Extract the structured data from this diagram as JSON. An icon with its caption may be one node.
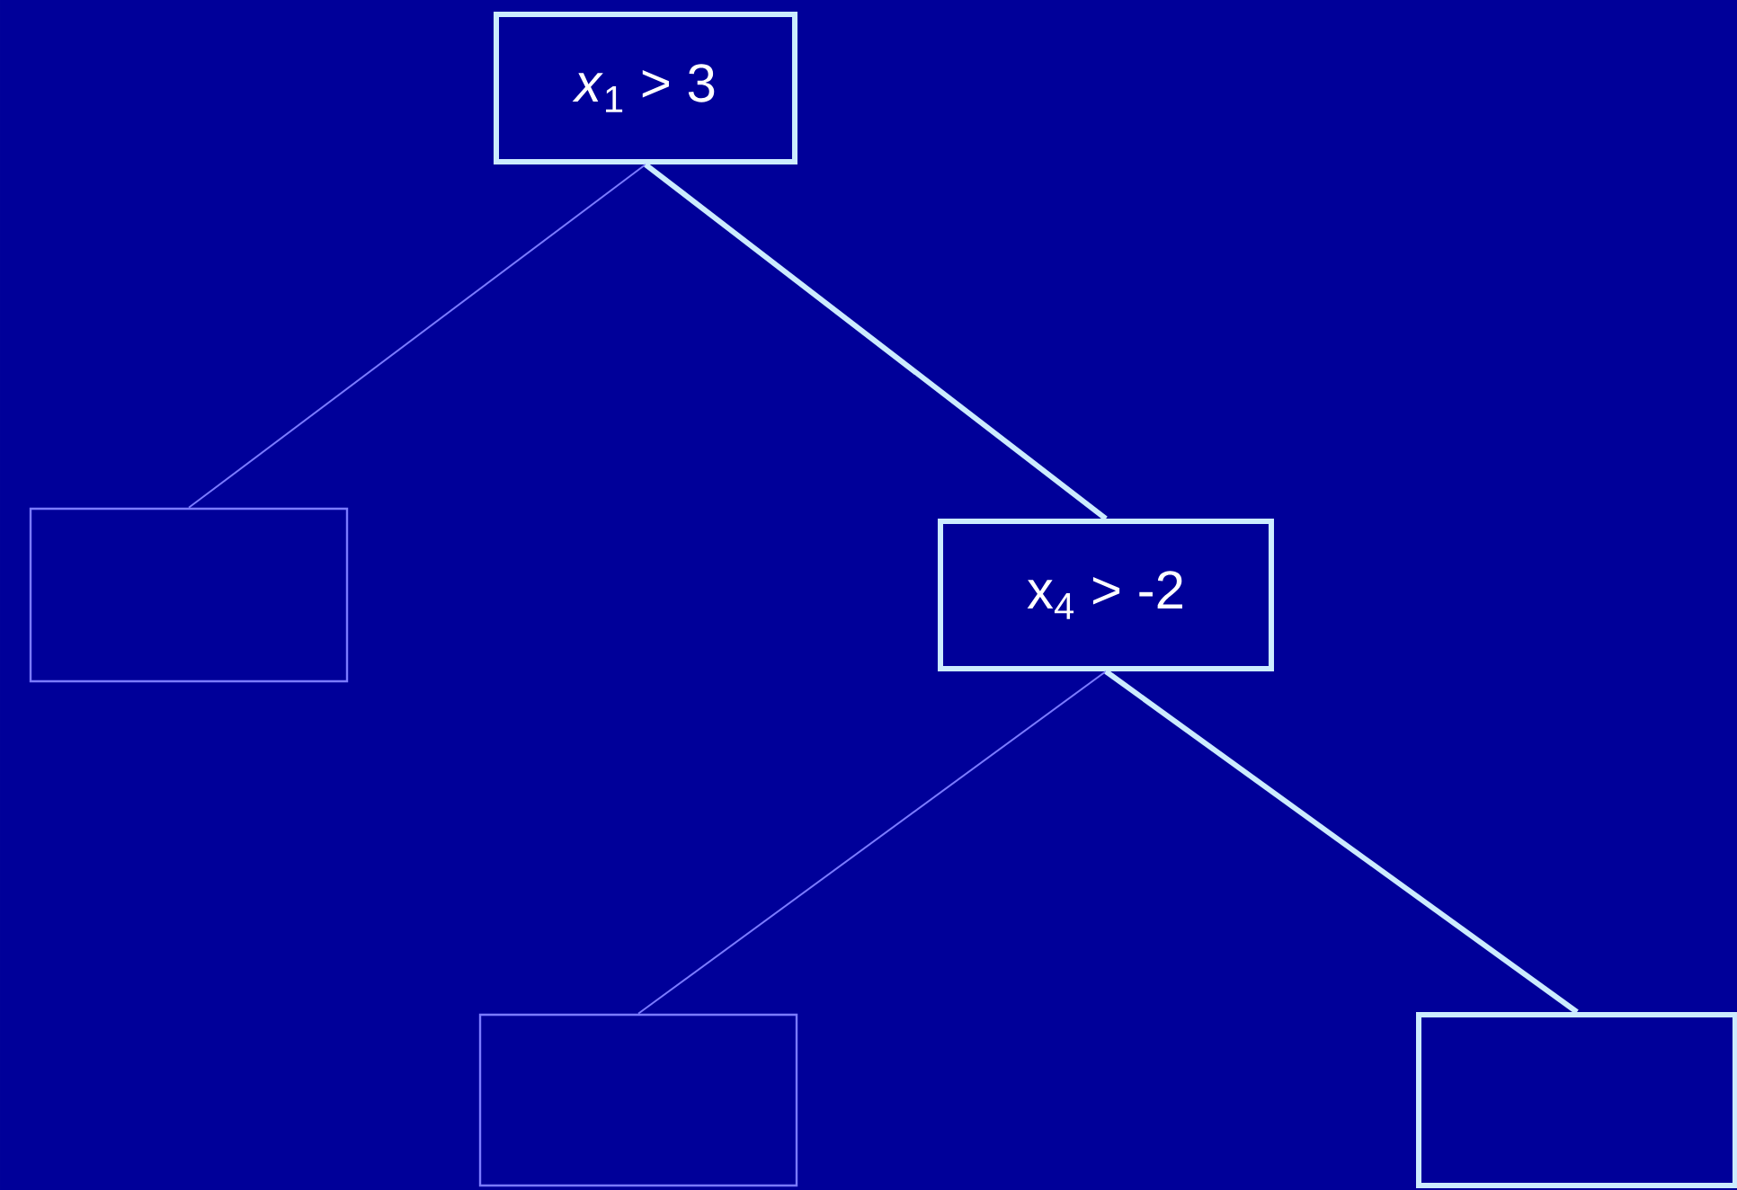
{
  "diagram": {
    "nodes": [
      {
        "text": [
          "*x*$_{1}$ > 3"
        ]
      },
      {
        "text": [],
        "shape": "box"
      },
      {
        "text": [
          "x$_{4}$ > -2"
        ]
      },
      {
        "text": [],
        "shape": "box"
      },
      {
        "text": [],
        "shape": "box"
      }
    ],
    "edges": [
      {
        "from": 0,
        "to": 1,
        "arrow": "none",
        "color": "#7b7bff"
      },
      {
        "from": 0,
        "to": 2,
        "arrow": "none",
        "style": "thick",
        "color": "#ccecff"
      },
      {
        "from": 2,
        "to": 3,
        "arrow": "none",
        "color": "#7b7bff"
      },
      {
        "from": 2,
        "to": 4,
        "arrow": "none",
        "style": "thick",
        "color": "#ccecff"
      }
    ]
  }
}
